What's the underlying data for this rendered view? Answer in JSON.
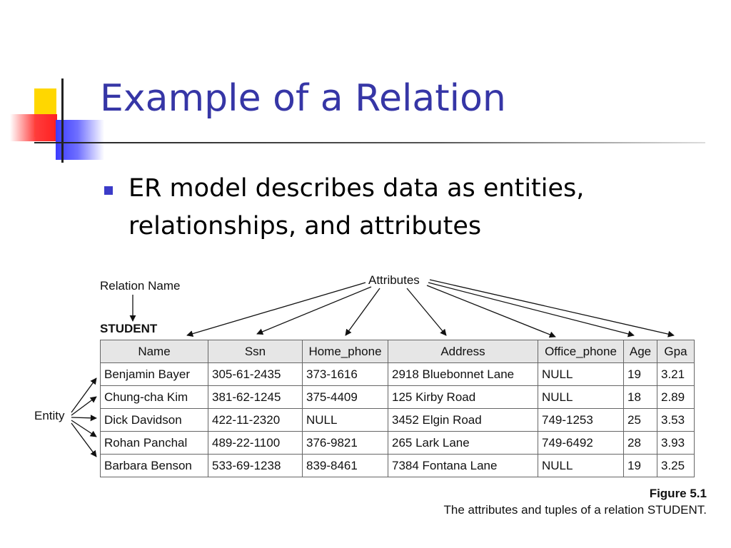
{
  "slide": {
    "title": "Example of a Relation",
    "bullet_line1": "ER model describes data as entities,",
    "bullet_line2": "relationships, and attributes"
  },
  "figure": {
    "relation_name_label": "Relation Name",
    "attributes_label": "Attributes",
    "relation_name": "STUDENT",
    "entity_label": "Entity",
    "columns": [
      "Name",
      "Ssn",
      "Home_phone",
      "Address",
      "Office_phone",
      "Age",
      "Gpa"
    ],
    "rows": [
      [
        "Benjamin Bayer",
        "305-61-2435",
        "373-1616",
        "2918 Bluebonnet Lane",
        "NULL",
        "19",
        "3.21"
      ],
      [
        "Chung-cha Kim",
        "381-62-1245",
        "375-4409",
        "125 Kirby Road",
        "NULL",
        "18",
        "2.89"
      ],
      [
        "Dick Davidson",
        "422-11-2320",
        "NULL",
        "3452 Elgin Road",
        "749-1253",
        "25",
        "3.53"
      ],
      [
        "Rohan Panchal",
        "489-22-1100",
        "376-9821",
        "265 Lark Lane",
        "749-6492",
        "28",
        "3.93"
      ],
      [
        "Barbara Benson",
        "533-69-1238",
        "839-8461",
        "7384 Fontana Lane",
        "NULL",
        "19",
        "3.25"
      ]
    ],
    "caption_number": "Figure 5.1",
    "caption_text": "The attributes and tuples of a relation STUDENT."
  },
  "colors": {
    "title": "#3636a6",
    "bullet": "#3b3bc8",
    "header_fill": "#e6e6e6",
    "deco_yellow": "#ffd700",
    "deco_red": "#ff2020",
    "deco_blue": "#3c3cff"
  }
}
